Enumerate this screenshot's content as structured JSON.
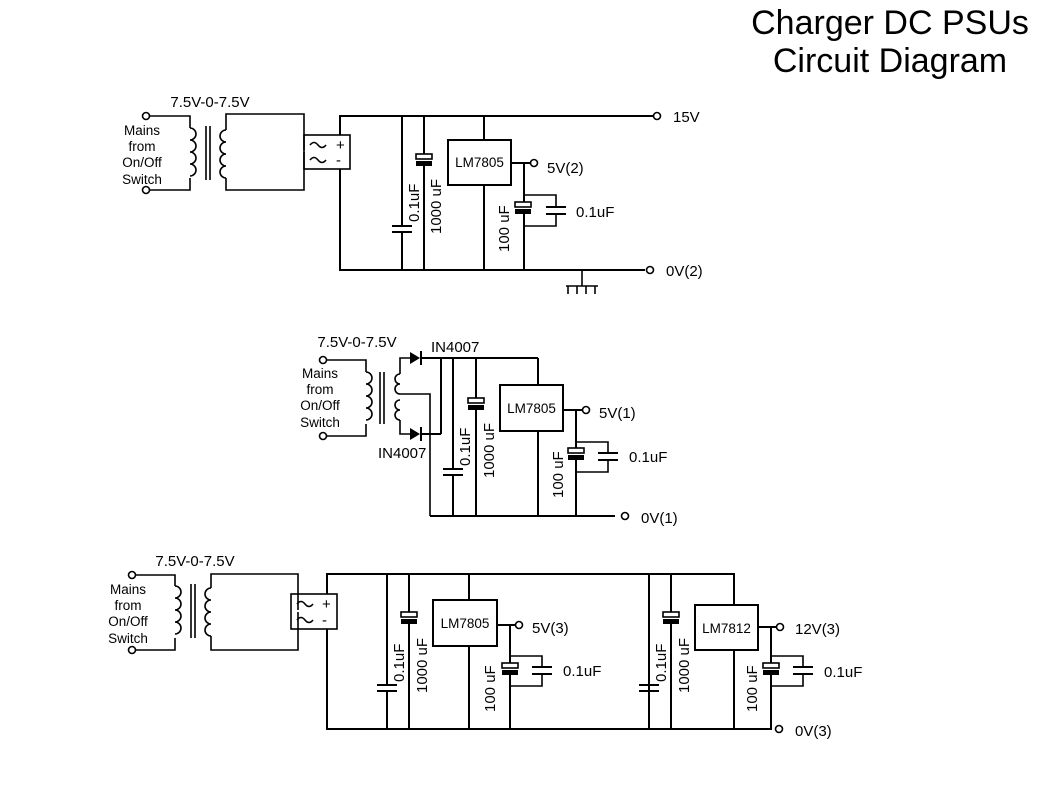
{
  "title": {
    "line1": "Charger DC PSUs",
    "line2": "Circuit Diagram"
  },
  "mains": {
    "line1": "Mains",
    "line2": "from",
    "line3": "On/Off",
    "line4": "Switch"
  },
  "circuits": [
    {
      "transformer_label": "7.5V-0-7.5V",
      "regulator": "LM7805",
      "cap_input_small": "0.1uF",
      "cap_input_large": "1000 uF",
      "cap_output_large": "100 uF",
      "cap_output_small": "0.1uF",
      "rail_unregulated": "15V",
      "rail_output": "5V(2)",
      "rail_ground": "0V(2)"
    },
    {
      "transformer_label": "7.5V-0-7.5V",
      "diode_top": "IN4007",
      "diode_bottom": "IN4007",
      "regulator": "LM7805",
      "cap_input_small": "0.1uF",
      "cap_input_large": "1000 uF",
      "cap_output_large": "100 uF",
      "cap_output_small": "0.1uF",
      "rail_output": "5V(1)",
      "rail_ground": "0V(1)"
    },
    {
      "transformer_label": "7.5V-0-7.5V",
      "stage_a": {
        "regulator": "LM7805",
        "cap_input_small": "0.1uF",
        "cap_input_large": "1000 uF",
        "cap_output_large": "100 uF",
        "cap_output_small": "0.1uF",
        "rail_output": "5V(3)"
      },
      "stage_b": {
        "regulator": "LM7812",
        "cap_input_small": "0.1uF",
        "cap_input_large": "1000 uF",
        "cap_output_large": "100 uF",
        "cap_output_small": "0.1uF",
        "rail_output": "12V(3)"
      },
      "rail_ground": "0V(3)"
    }
  ]
}
